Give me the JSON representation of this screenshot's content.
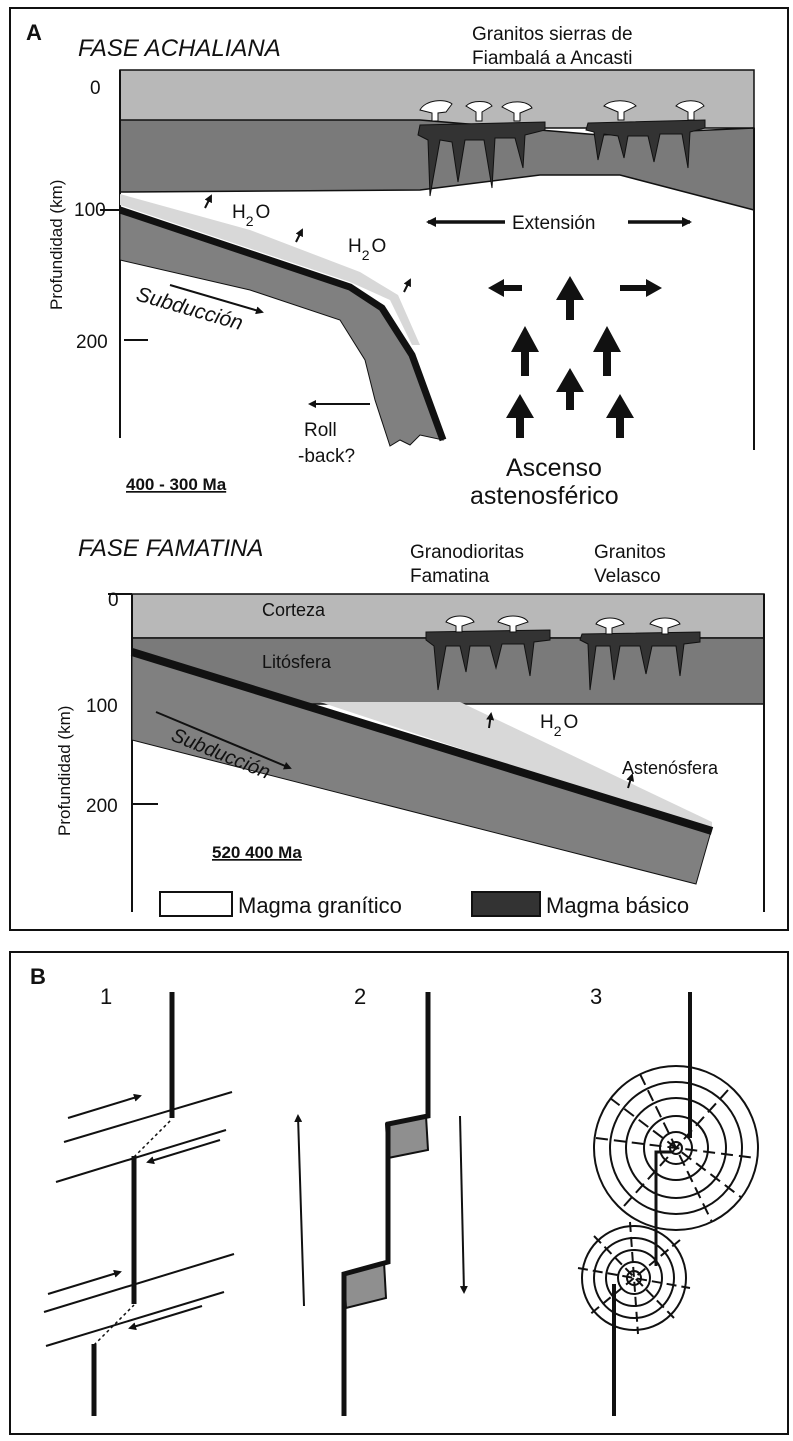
{
  "panel_a": {
    "letter": "A",
    "phase_top": {
      "title": "FASE ACHALIANA",
      "granite_label_1": "Granitos sierras de",
      "granite_label_2": "Fiambalá a Ancasti",
      "depth_axis": "Profundidad (km)",
      "ticks": [
        "0",
        "100",
        "200"
      ],
      "water_1": "H",
      "water_1_sub": "2",
      "water_1_o": "O",
      "water_2": "H",
      "water_2_sub": "2",
      "water_2_o": "O",
      "extension": "Extensión",
      "subduction": "Subducción",
      "rollback_1": "Roll",
      "rollback_2": "-back?",
      "ascent_1": "Ascenso",
      "ascent_2": "astenosférico",
      "age": "400 - 300 Ma"
    },
    "phase_bottom": {
      "title": "FASE FAMATINA",
      "granodiorite_1": "Granodioritas",
      "granodiorite_2": "Famatina",
      "granite_1": "Granitos",
      "granite_2": "Velasco",
      "crust": "Corteza",
      "lithosphere": "Litósfera",
      "depth_axis": "Profundidad (km)",
      "ticks": [
        "0",
        "100",
        "200"
      ],
      "water": "H",
      "water_sub": "2",
      "water_o": "O",
      "asthenosphere": "Astenósfera",
      "subduction": "Subducción",
      "age": "520 400 Ma"
    },
    "legend": {
      "granitic": "Magma granítico",
      "basic": "Magma básico"
    }
  },
  "panel_b": {
    "letter": "B",
    "labels": [
      "1",
      "2",
      "3"
    ]
  },
  "colors": {
    "crust": "#b8b8b8",
    "lithosphere": "#7a7a7a",
    "slab": "#808080",
    "slab_light": "#d8d8d8",
    "basic_magma": "#333333",
    "granitic_magma": "#ffffff"
  }
}
